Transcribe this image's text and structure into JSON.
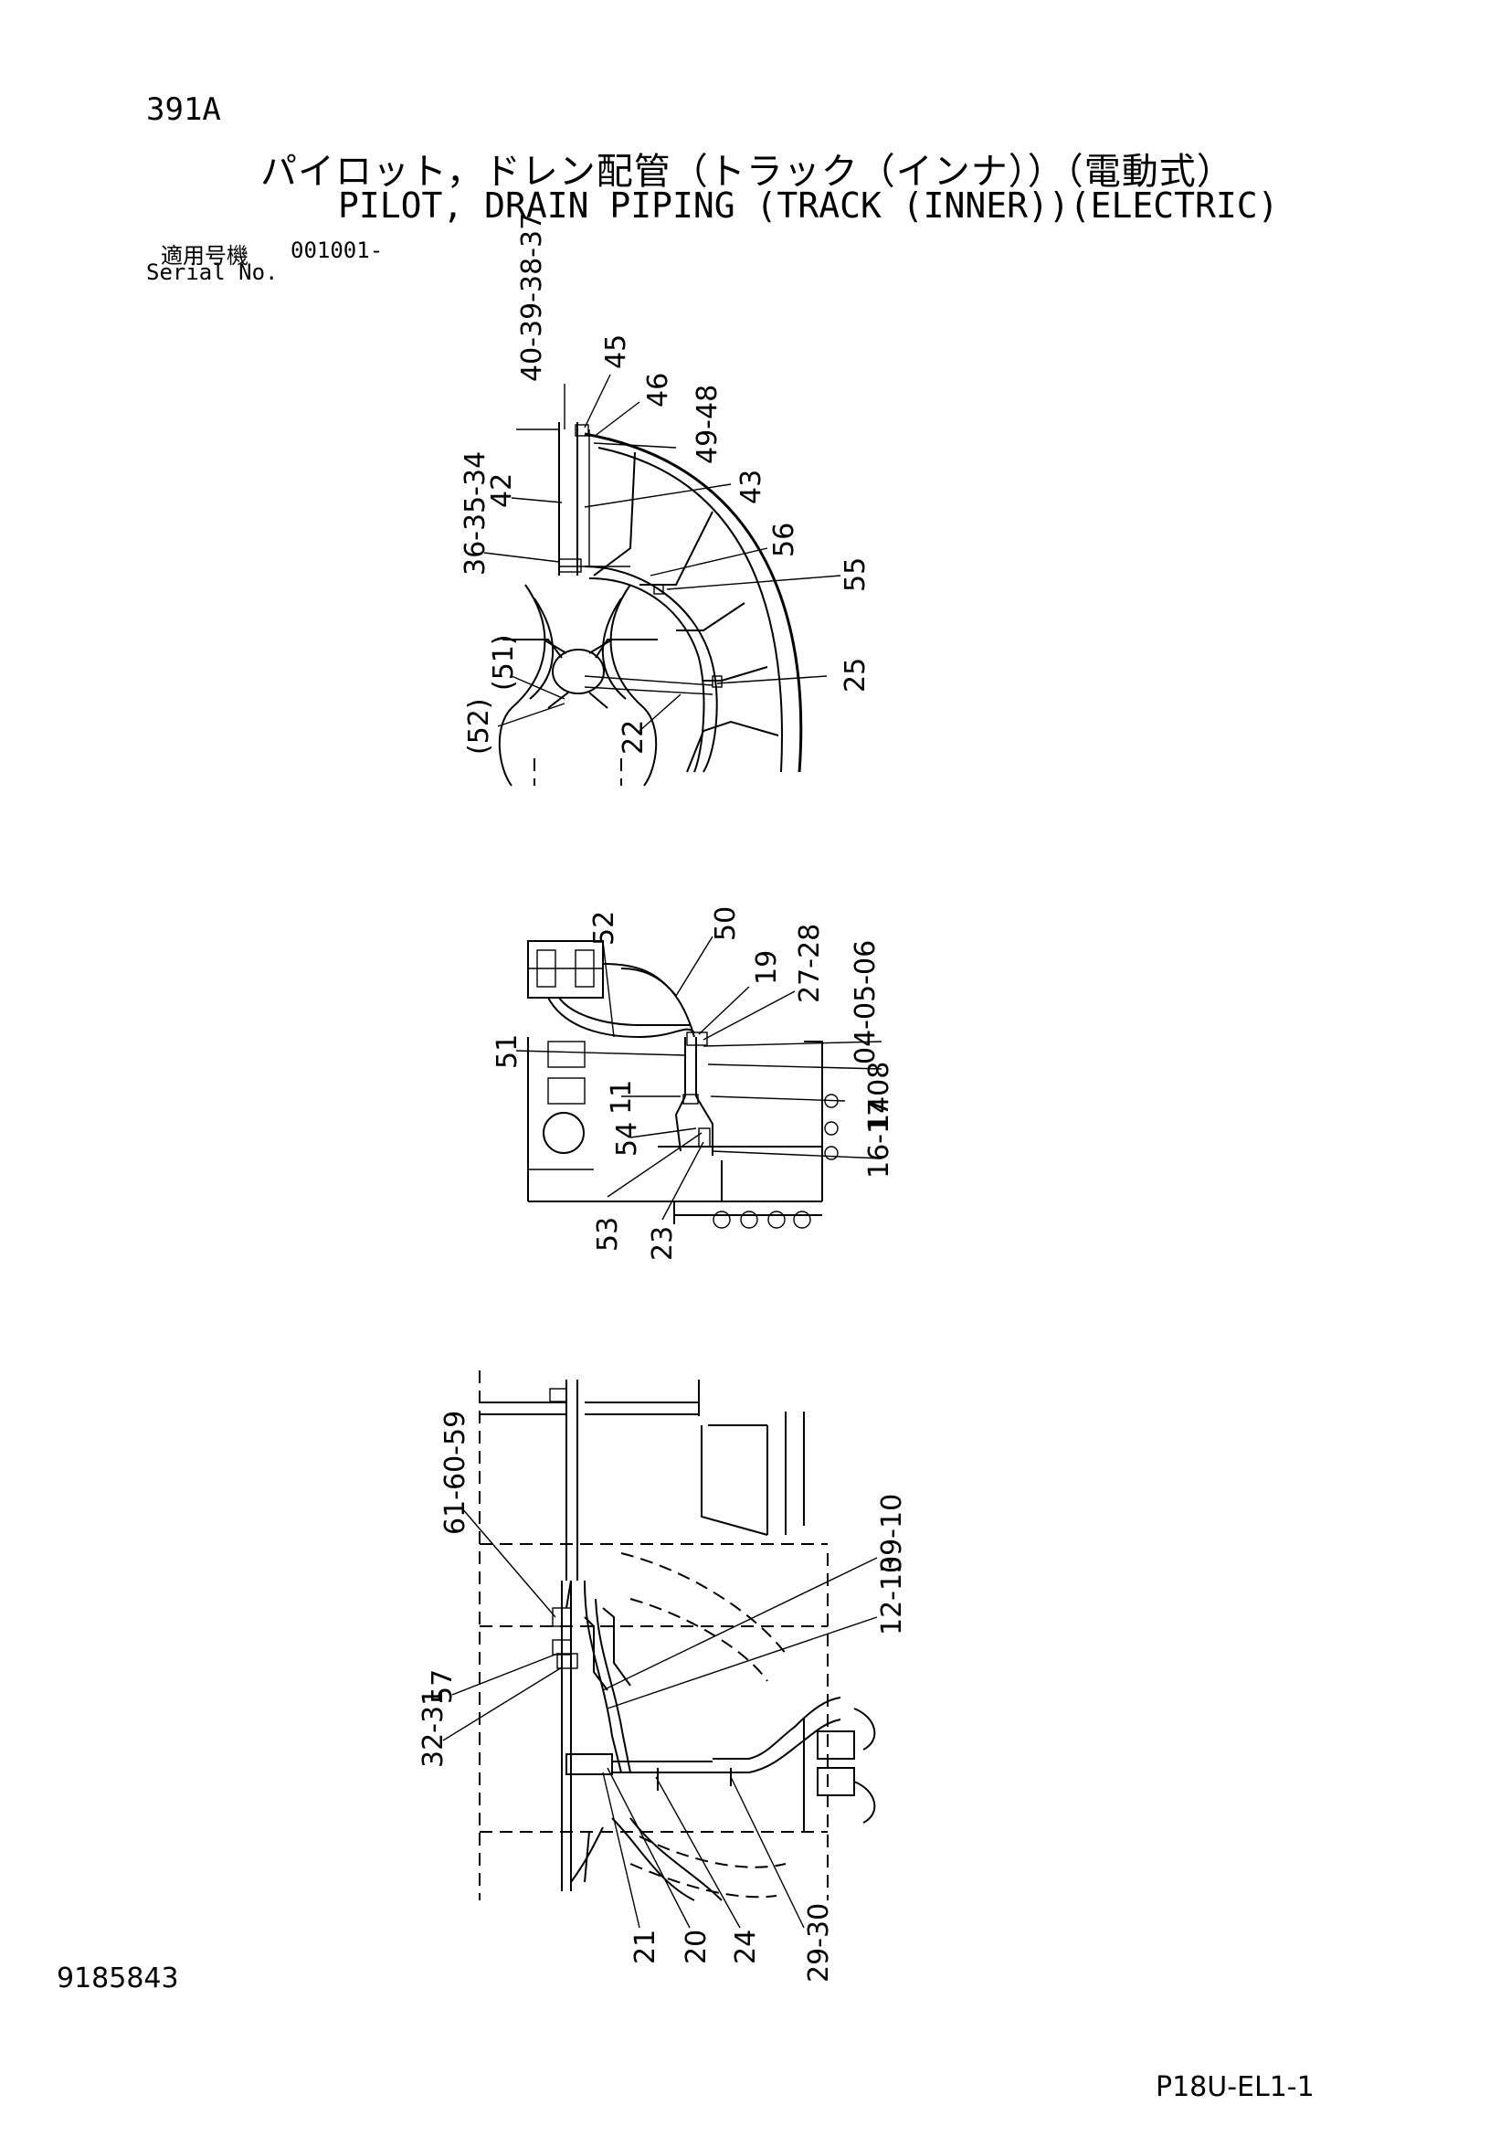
{
  "header": {
    "page_code": "391A",
    "title_ja": "パイロット，ドレン配管（トラック（インナ））（電動式）",
    "title_en": "PILOT, DRAIN PIPING (TRACK (INNER))(ELECTRIC)",
    "serial_label_ja": "適用号機",
    "serial_number": "001001-",
    "serial_label_en": "Serial No."
  },
  "footer": {
    "document_number": "9185843",
    "sheet_code": "P18U-EL1-1"
  },
  "diagram": {
    "view1_labels": {
      "a": "40-39-38-37",
      "b": "45",
      "c": "46",
      "d": "49-48",
      "e": "42",
      "f": "43",
      "g": "36-35-34",
      "h": "56",
      "i": "55",
      "j": "(51)",
      "k": "25",
      "l": "(52)",
      "m": "22"
    },
    "view2_labels": {
      "a": "52",
      "b": "50",
      "c": "19",
      "d": "27-28",
      "e": "04-05-06",
      "f": "51",
      "g": "1408",
      "h": "11",
      "i": "54",
      "j": "16-17",
      "k": "53",
      "l": "23"
    },
    "view3_labels": {
      "a": "61-60-59",
      "b": "09-10",
      "c": "12-13",
      "d": "57",
      "e": "32-31",
      "f": "21",
      "g": "20",
      "h": "24",
      "i": "29-30"
    }
  }
}
